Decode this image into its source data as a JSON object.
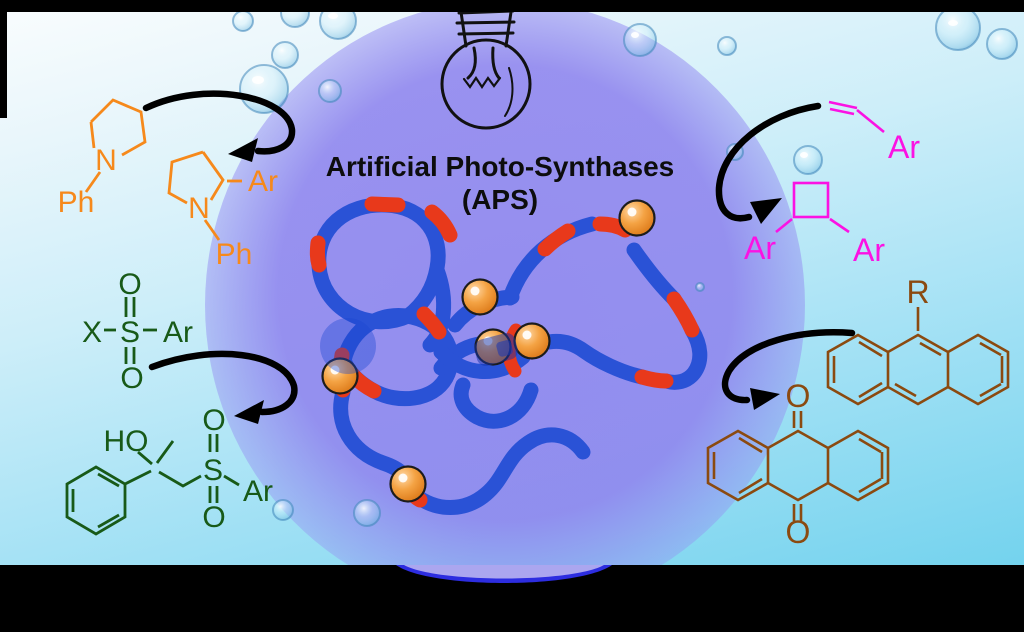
{
  "title": {
    "line1": "Artificial Photo-Synthases",
    "line2": "(APS)"
  },
  "colors": {
    "orange_structure": "#f6891b",
    "green_structure": "#185a18",
    "magenta_structure": "#fb12e3",
    "brown_structure": "#8b4a10",
    "chain_blue": "#2a52d6",
    "chain_red": "#e8391b",
    "bead_orange": "#f29a3a",
    "halo_purple": "#8f86e9",
    "arrow_black": "#000000",
    "background_cyan": "#7ad4ee",
    "frame_black": "#000000"
  },
  "reactions": {
    "pyrrolidine_arylation": {
      "reactant_labels": {
        "n": "N",
        "ph": "Ph"
      },
      "product_labels": {
        "n": "N",
        "ph": "Ph",
        "ar": "Ar"
      }
    },
    "sulfonylation": {
      "reactant_labels": {
        "o_top": "O",
        "x": "X",
        "s": "S",
        "ar": "Ar",
        "o_bottom": "O"
      },
      "product_labels": {
        "ho": "HO",
        "o_top": "O",
        "s": "S",
        "ar": "Ar",
        "o_bottom": "O"
      }
    },
    "alkene_cycloaddition": {
      "reactant_labels": {
        "ar": "Ar"
      },
      "product_labels": {
        "ar_left": "Ar",
        "ar_right": "Ar"
      }
    },
    "anthracene_oxidation": {
      "reactant_labels": {
        "r": "R"
      },
      "product_labels": {
        "o_top": "O",
        "o_bottom": "O"
      }
    }
  }
}
